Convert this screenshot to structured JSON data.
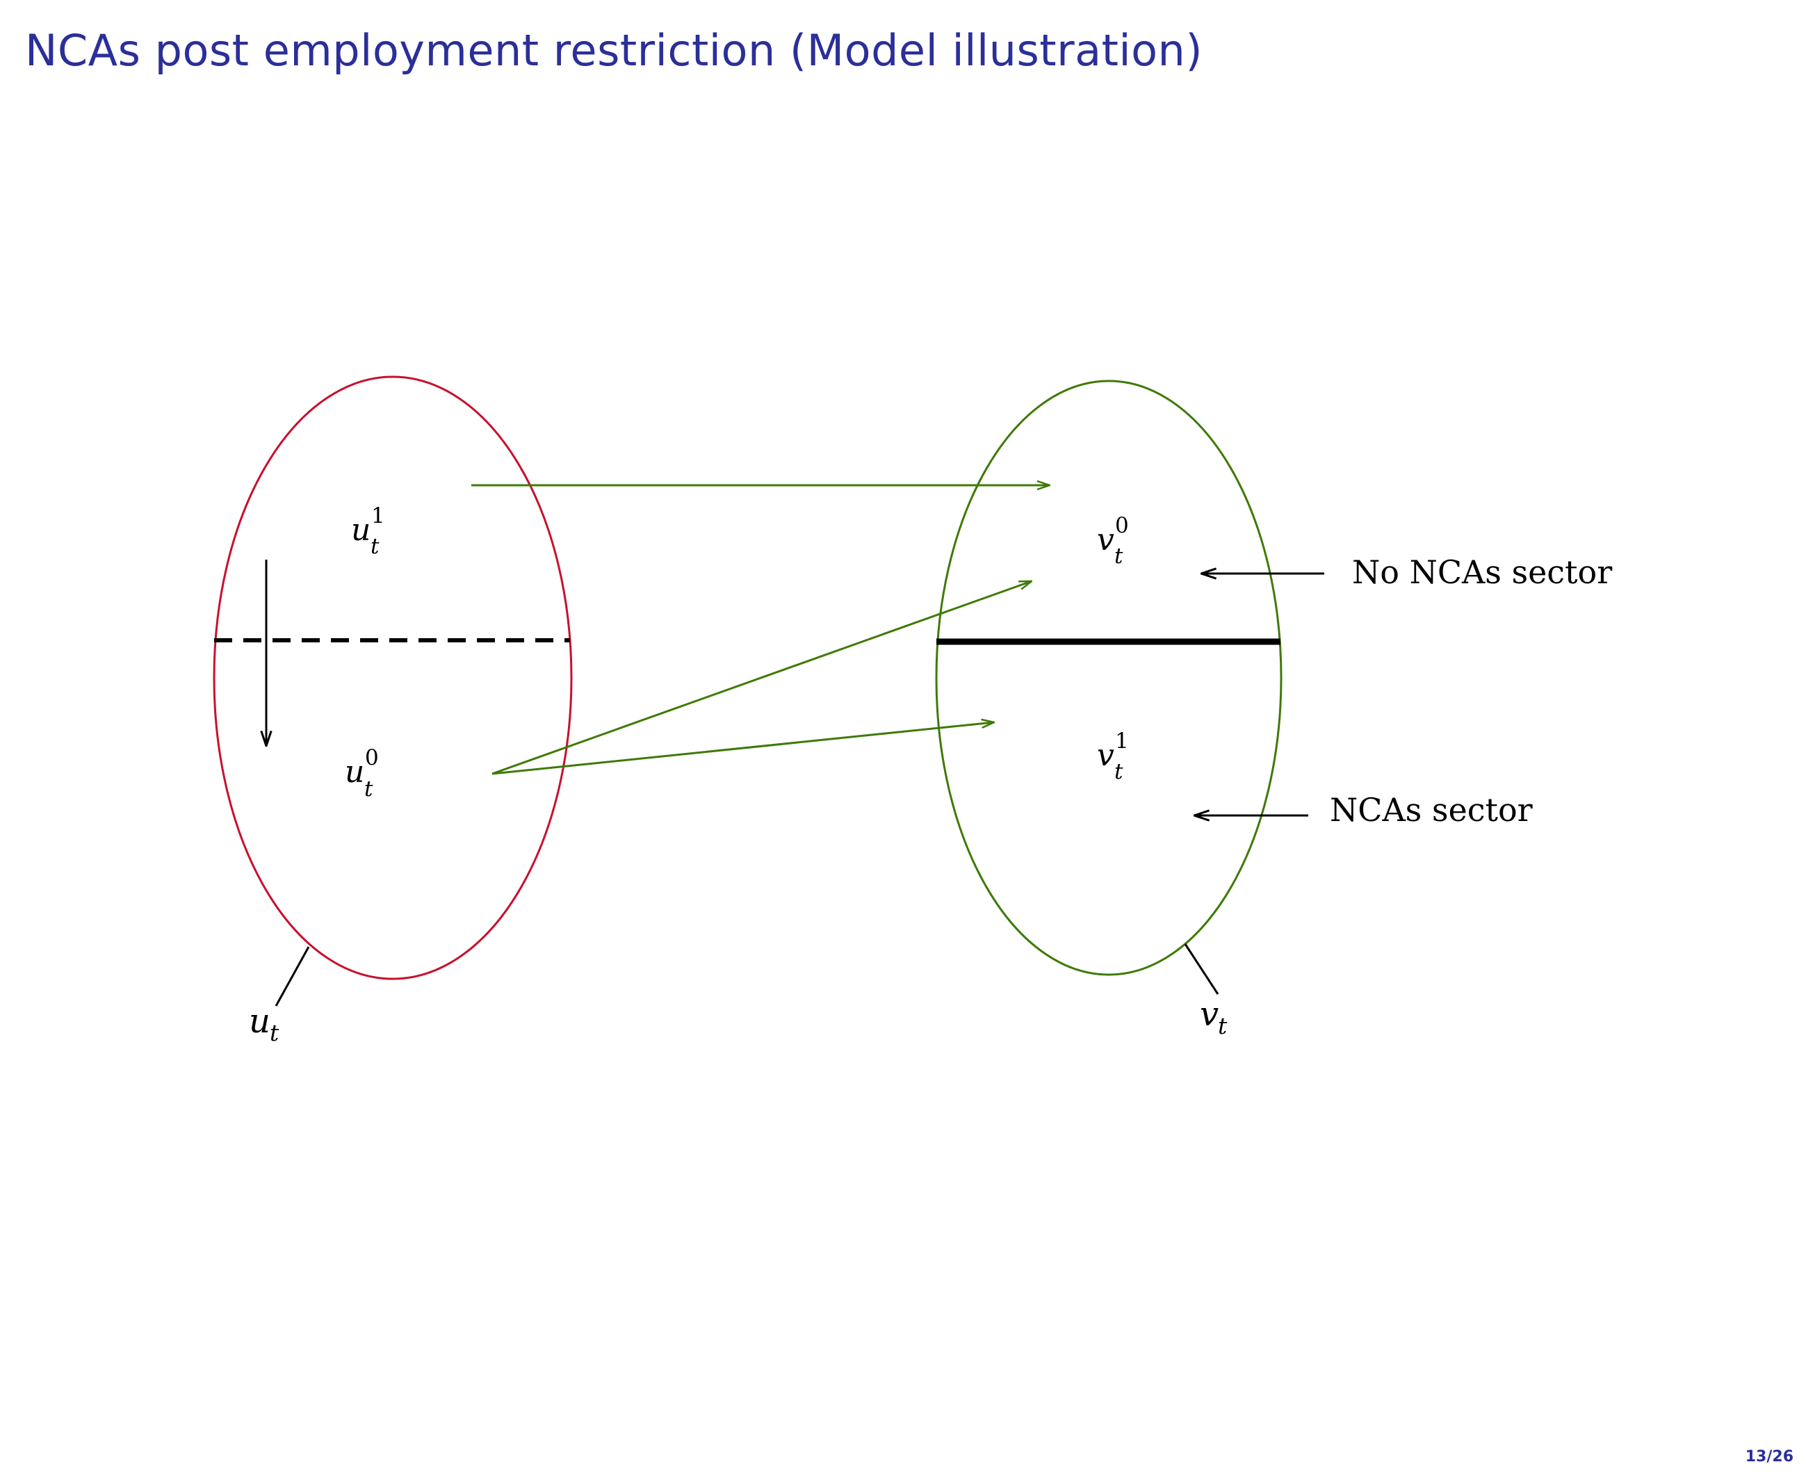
{
  "title": "NCAs post employment restriction (Model illustration)",
  "page_number": "13/26",
  "colors": {
    "title": "#2b2f99",
    "left_set": "#c8102e",
    "right_set": "#3f7a06",
    "arrows": "#3f7a06",
    "ink": "#000000"
  },
  "left_set": {
    "name": "u",
    "subscript": "t",
    "upper": {
      "base": "u",
      "sup": "1",
      "sub": "t"
    },
    "lower": {
      "base": "u",
      "sup": "0",
      "sub": "t"
    },
    "divider": "dashed"
  },
  "right_set": {
    "name": "v",
    "subscript": "t",
    "upper": {
      "base": "v",
      "sup": "0",
      "sub": "t"
    },
    "lower": {
      "base": "v",
      "sup": "1",
      "sub": "t"
    },
    "divider": "solid-thick"
  },
  "sector_labels": {
    "upper": "No NCAs sector",
    "lower": "NCAs sector"
  }
}
